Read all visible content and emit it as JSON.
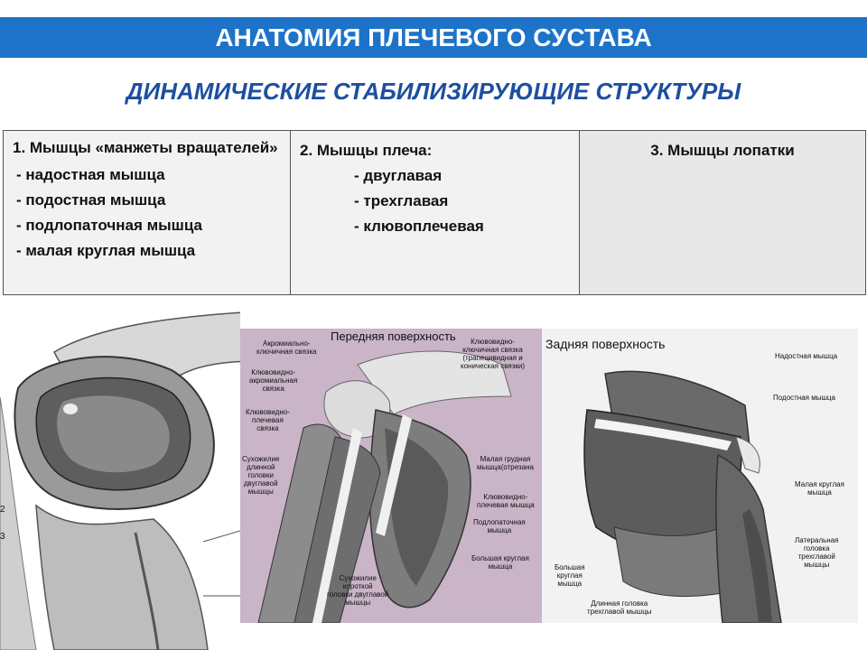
{
  "header": {
    "title": "АНАТОМИЯ ПЛЕЧЕВОГО СУСТАВА",
    "subtitle": "ДИНАМИЧЕСКИЕ СТАБИЛИЗИРУЮЩИЕ СТРУКТУРЫ"
  },
  "table": {
    "col1": {
      "heading": "1. Мышцы «манжеты вращателей»",
      "items": [
        "- надостная мышца",
        "- подостная мышца",
        "- подлопаточная мышца",
        "- малая круглая мышца"
      ]
    },
    "col2": {
      "heading": "2. Мышцы плеча:",
      "items": [
        "- двуглавая",
        "- трехглавая",
        "- клювоплечевая"
      ]
    },
    "col3": {
      "heading": "3. Мышцы лопатки"
    }
  },
  "figure_left": {
    "numbers": [
      "2",
      "3"
    ]
  },
  "figure_front": {
    "title": "Передняя поверхность",
    "labels": {
      "acromioclavicular": "Акромиально-\nключичная связка",
      "coracoacromial": "Клювовидно-\nакромиальная\nсвязка",
      "coracohumeral": "Клювовидно-\nплечевая\nсвязка",
      "long_head_tendon": "Сухожилие\nдлинной\nголовки\nдвуглавой\nмышцы",
      "coracoclavicular": "Клювовидно-\nключичная связка\n(трапецивидная и\nконическая связки)",
      "pectoralis_minor": "Малая грудная\nмышца(отрезана",
      "coracobrachialis": "Клювовидно-\nплечевая мышца",
      "subscapularis": "Подлопаточная\nмышца",
      "teres_major": "Большая круглая\nмышца",
      "short_head_tendon": "Сухожилие\nкороткой\nголовки двуглавой\nмышцы"
    }
  },
  "figure_back": {
    "title": "Задняя поверхность",
    "labels": {
      "supraspinatus": "Надостная мышца",
      "infraspinatus": "Подостная мышца",
      "teres_minor": "Малая круглая\nмышца",
      "lateral_head": "Латеральная\nголовка\nтрехглавой\nмышцы",
      "teres_major": "Большая\nкруглая\nмышца",
      "long_head": "Длинная головка\nтрехглавой мышцы"
    }
  },
  "colors": {
    "title_bar": "#1e73c8",
    "subtitle": "#1d4fa0",
    "front_bg": "#c9b4c8",
    "back_bg": "#f2f2f2"
  }
}
